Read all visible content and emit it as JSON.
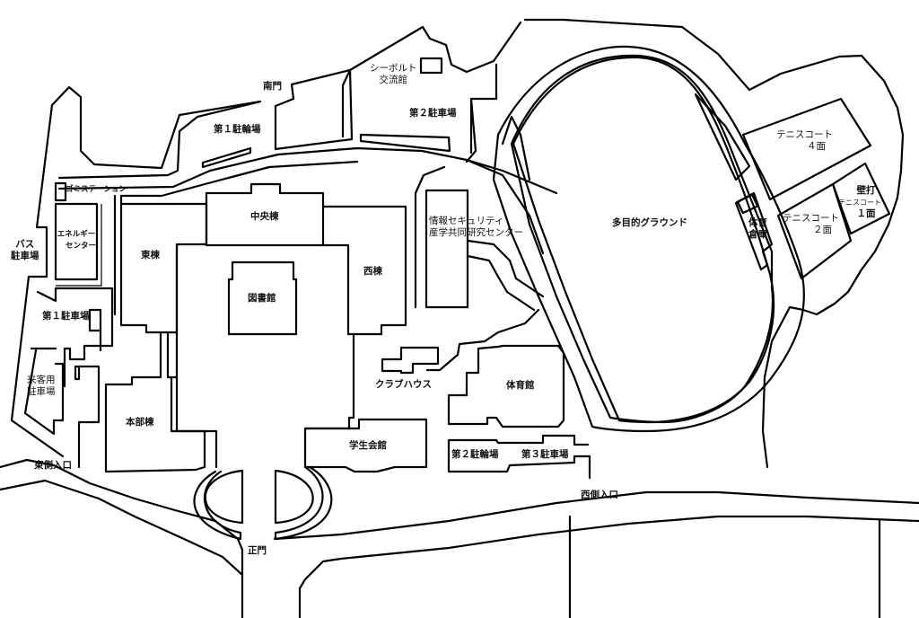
{
  "map": {
    "colors": {
      "line": "#000000",
      "background": "#ffffff"
    },
    "labels": {
      "south_gate": "南門",
      "bicycle_parking_1": "第１駐輪場",
      "siebold_hall_line1": "シーボルト",
      "siebold_hall_line2": "交流館",
      "parking_2": "第２駐車場",
      "garbage_station": "ゴミステーション",
      "energy_center_line1": "エネルギー",
      "energy_center_line2": "センター",
      "bus_parking_line1": "バス",
      "bus_parking_line2": "駐車場",
      "central_building": "中央棟",
      "east_building": "東棟",
      "west_building": "西棟",
      "library": "図書館",
      "infosec_center_line1": "情報セキュリティ",
      "infosec_center_line2": "産学共同研究センター",
      "parking_1": "第１駐車場",
      "visitor_parking_line1": "来客用",
      "visitor_parking_line2": "駐車場",
      "main_admin_building": "本部棟",
      "club_house": "クラブハウス",
      "gymnasium": "体育館",
      "student_hall": "学生会館",
      "bicycle_parking_2": "第２駐輪場",
      "parking_3": "第３駐車場",
      "east_entrance": "東側入口",
      "west_entrance": "西側入口",
      "main_gate": "正門",
      "multipurpose_ground": "多目的グラウンド",
      "sports_storage_line1": "体育",
      "sports_storage_line2": "倉庫",
      "tennis_4_line1": "テニスコート",
      "tennis_4_line2": "４面",
      "tennis_2_line1": "テニスコート",
      "tennis_2_line2": "２面",
      "wall_tennis_line1": "壁打",
      "wall_tennis_line2": "テニスコート",
      "wall_tennis_line3": "１面"
    }
  }
}
